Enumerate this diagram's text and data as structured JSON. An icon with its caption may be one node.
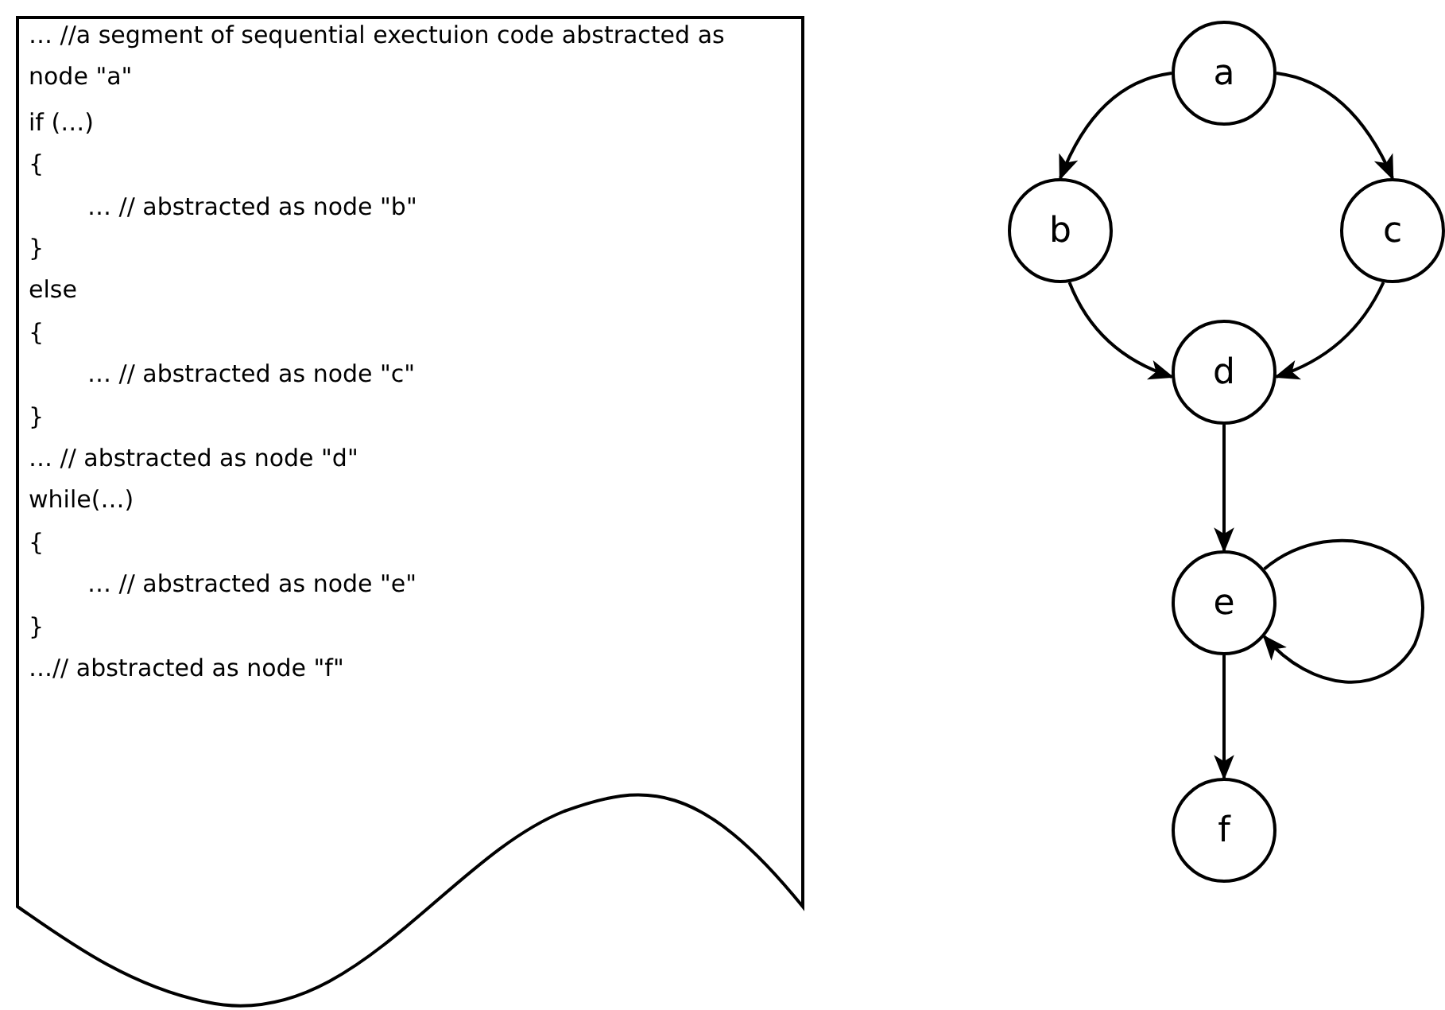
{
  "diagram": {
    "nodes": [
      {
        "text": [
          "… //a segment of sequential exectuion code abstracted as node \"a\"",
          "if (…)",
          "{",
          "… // abstracted as node \"b\"",
          "}",
          "else",
          "{",
          "… // abstracted as node \"c\"",
          "}",
          "… // abstracted as node \"d\"",
          "while(…)",
          "{",
          "… // abstracted as node \"e\"",
          "}",
          "…// abstracted as node \"f\""
        ]
      },
      {
        "text": [
          "a"
        ]
      },
      {
        "text": [
          "b"
        ]
      },
      {
        "text": [
          "c"
        ]
      },
      {
        "text": [
          "d"
        ]
      },
      {
        "text": [
          "e"
        ]
      },
      {
        "text": [
          "f"
        ]
      }
    ],
    "edges": [
      {
        "from": 1,
        "to": 2,
        "arrow": "to"
      },
      {
        "from": 1,
        "to": 3,
        "arrow": "to"
      },
      {
        "from": 2,
        "to": 4,
        "arrow": "to"
      },
      {
        "from": 3,
        "to": 4,
        "arrow": "to"
      },
      {
        "from": 4,
        "to": 5,
        "arrow": "to"
      },
      {
        "from": 5,
        "to": 5,
        "arrow": "to"
      },
      {
        "from": 5,
        "to": 6,
        "arrow": "to"
      }
    ]
  }
}
